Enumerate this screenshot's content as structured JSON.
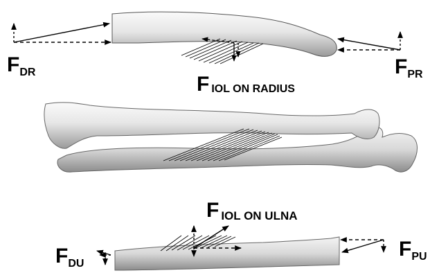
{
  "labels": {
    "f_dr": {
      "main": "F",
      "sub": "DR"
    },
    "f_pr": {
      "main": "F",
      "sub": "PR"
    },
    "f_iol_radius": {
      "main": "F",
      "sub": "IOL ON RADIUS"
    },
    "f_iol_ulna": {
      "main": "F",
      "sub": "IOL ON ULNA"
    },
    "f_du": {
      "main": "F",
      "sub": "DU"
    },
    "f_pu": {
      "main": "F",
      "sub": "PU"
    }
  },
  "colors": {
    "bone_light": "#f2f2f2",
    "bone_mid": "#c9c9c9",
    "bone_dark": "#8a8a8a",
    "arrow": "#000000"
  }
}
